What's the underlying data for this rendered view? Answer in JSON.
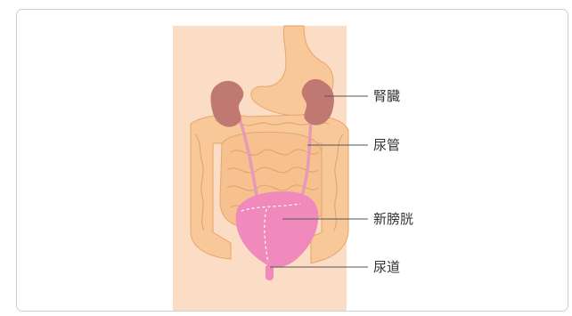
{
  "labels": {
    "kidney": "腎臓",
    "ureter": "尿管",
    "neobladder": "新膀胱",
    "urethra": "尿道"
  },
  "colors": {
    "skin": "#fbdcc4",
    "intestine": "#f8c898",
    "intestine_outline": "#e9a56c",
    "kidney": "#c07872",
    "ureter": "#e79ab8",
    "bladder": "#f08abd",
    "leader_line": "#555555"
  }
}
